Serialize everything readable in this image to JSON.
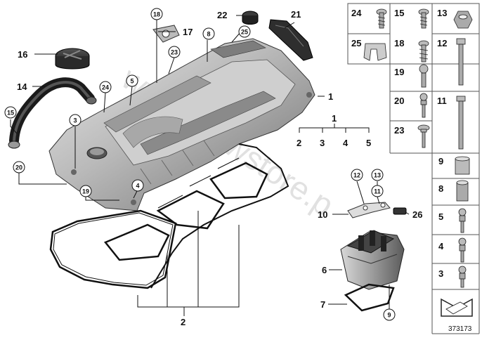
{
  "diagram_id": "373173",
  "watermark": "www.bmwstore.p",
  "main_labels": [
    {
      "id": "1",
      "text": "1"
    },
    {
      "id": "2",
      "text": "2"
    },
    {
      "id": "6",
      "text": "6"
    },
    {
      "id": "7",
      "text": "7"
    },
    {
      "id": "10",
      "text": "10"
    },
    {
      "id": "14",
      "text": "14"
    },
    {
      "id": "16",
      "text": "16"
    },
    {
      "id": "17",
      "text": "17"
    },
    {
      "id": "21",
      "text": "21"
    },
    {
      "id": "22",
      "text": "22"
    },
    {
      "id": "26",
      "text": "26"
    }
  ],
  "circled_labels": [
    {
      "id": "3",
      "text": "3"
    },
    {
      "id": "4",
      "text": "4"
    },
    {
      "id": "5",
      "text": "5"
    },
    {
      "id": "8",
      "text": "8"
    },
    {
      "id": "9",
      "text": "9"
    },
    {
      "id": "11",
      "text": "11"
    },
    {
      "id": "12",
      "text": "12"
    },
    {
      "id": "13",
      "text": "13"
    },
    {
      "id": "15",
      "text": "15"
    },
    {
      "id": "18",
      "text": "18"
    },
    {
      "id": "19",
      "text": "19"
    },
    {
      "id": "20",
      "text": "20"
    },
    {
      "id": "23",
      "text": "23"
    },
    {
      "id": "24",
      "text": "24"
    },
    {
      "id": "25",
      "text": "25"
    }
  ],
  "assembly_key": {
    "parent": "1",
    "children": [
      "2",
      "3",
      "4",
      "5"
    ]
  },
  "parts_grid": [
    {
      "id": "24",
      "text": "24"
    },
    {
      "id": "15",
      "text": "15"
    },
    {
      "id": "13",
      "text": "13"
    },
    {
      "id": "25",
      "text": "25"
    },
    {
      "id": "18",
      "text": "18"
    },
    {
      "id": "12",
      "text": "12"
    },
    {
      "id": "19",
      "text": "19"
    },
    {
      "id": "20",
      "text": "20"
    },
    {
      "id": "11",
      "text": "11"
    },
    {
      "id": "23",
      "text": "23"
    },
    {
      "id": "9",
      "text": "9"
    },
    {
      "id": "8",
      "text": "8"
    },
    {
      "id": "5",
      "text": "5"
    },
    {
      "id": "4",
      "text": "4"
    },
    {
      "id": "3",
      "text": "3"
    }
  ]
}
